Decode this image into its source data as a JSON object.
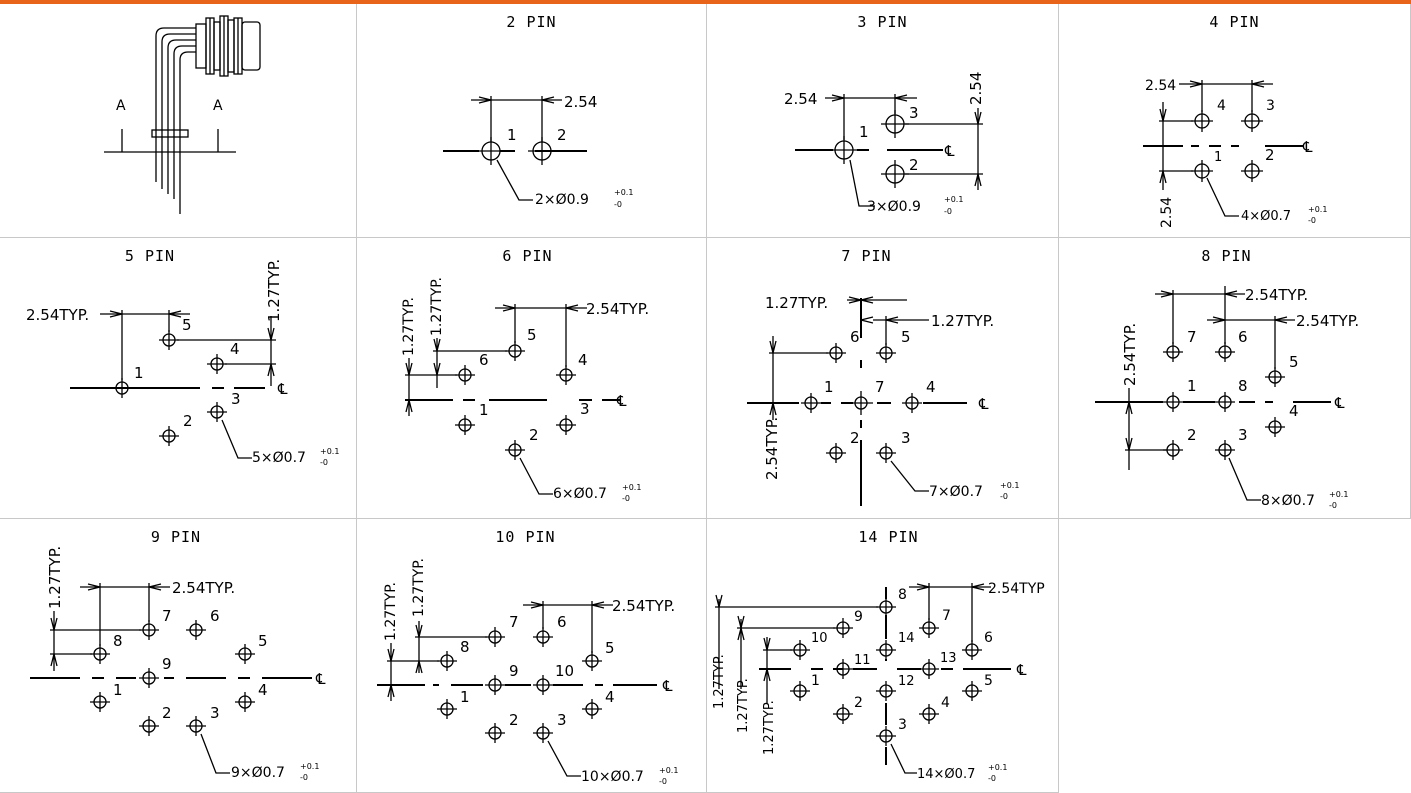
{
  "colors": {
    "accent_bar": "#e8641b",
    "grid": "#c8c8c8",
    "ink": "#000000"
  },
  "cells": {
    "photo": {
      "section_left": "A",
      "section_right": "A"
    },
    "pin2": {
      "title": "2 PIN",
      "pins": [
        "1",
        "2"
      ],
      "dim_pitch": "2.54",
      "callout_qty": "2×Ø0.9",
      "callout_tol_upper": "+0.1",
      "callout_tol_lower": "-0"
    },
    "pin3": {
      "title": "3 PIN",
      "pins": [
        "1",
        "2",
        "3"
      ],
      "dim_horizontal": "2.54",
      "dim_vertical": "2.54",
      "callout_qty": "3×Ø0.9",
      "callout_tol_upper": "+0.1",
      "callout_tol_lower": "-0"
    },
    "pin4": {
      "title": "4 PIN",
      "pins": [
        "1",
        "2",
        "3",
        "4"
      ],
      "dim_horizontal": "2.54",
      "dim_vertical": "2.54",
      "callout_qty": "4×Ø0.7",
      "callout_tol_upper": "+0.1",
      "callout_tol_lower": "-0"
    },
    "pin5": {
      "title": "5 PIN",
      "pins": [
        "1",
        "2",
        "3",
        "4",
        "5"
      ],
      "dim_horizontal": "2.54TYP.",
      "dim_vertical": "1.27TYP.",
      "callout_qty": "5×Ø0.7",
      "callout_tol_upper": "+0.1",
      "callout_tol_lower": "-0"
    },
    "pin6": {
      "title": "6 PIN",
      "pins": [
        "1",
        "2",
        "3",
        "4",
        "5",
        "6"
      ],
      "dim_horizontal": "2.54TYP.",
      "dim_vertical_1": "1.27TYP.",
      "dim_vertical_2": "1.27TYP.",
      "callout_qty": "6×Ø0.7",
      "callout_tol_upper": "+0.1",
      "callout_tol_lower": "-0"
    },
    "pin7": {
      "title": "7 PIN",
      "pins": [
        "1",
        "2",
        "3",
        "4",
        "5",
        "6",
        "7"
      ],
      "dim_horizontal_1": "1.27TYP.",
      "dim_horizontal_2": "1.27TYP.",
      "dim_vertical": "2.54TYP.",
      "callout_qty": "7×Ø0.7",
      "callout_tol_upper": "+0.1",
      "callout_tol_lower": "-0"
    },
    "pin8": {
      "title": "8 PIN",
      "pins": [
        "1",
        "2",
        "3",
        "4",
        "5",
        "6",
        "7",
        "8"
      ],
      "dim_horizontal_1": "2.54TYP.",
      "dim_horizontal_2": "2.54TYP.",
      "dim_vertical": "2.54TYP.",
      "callout_qty": "8×Ø0.7",
      "callout_tol_upper": "+0.1",
      "callout_tol_lower": "-0"
    },
    "pin9": {
      "title": "9 PIN",
      "pins": [
        "1",
        "2",
        "3",
        "4",
        "5",
        "6",
        "7",
        "8",
        "9"
      ],
      "dim_horizontal": "2.54TYP.",
      "dim_vertical": "1.27TYP.",
      "callout_qty": "9×Ø0.7",
      "callout_tol_upper": "+0.1",
      "callout_tol_lower": "-0"
    },
    "pin10": {
      "title": "10 PIN",
      "pins": [
        "1",
        "2",
        "3",
        "4",
        "5",
        "6",
        "7",
        "8",
        "9",
        "10"
      ],
      "dim_horizontal": "2.54TYP.",
      "dim_vertical_1": "1.27TYP.",
      "dim_vertical_2": "1.27TYP.",
      "callout_qty": "10×Ø0.7",
      "callout_tol_upper": "+0.1",
      "callout_tol_lower": "-0"
    },
    "pin14": {
      "title": "14 PIN",
      "pins": [
        "1",
        "2",
        "3",
        "4",
        "5",
        "6",
        "7",
        "8",
        "9",
        "10",
        "11",
        "12",
        "13",
        "14"
      ],
      "dim_horizontal": "2.54TYP",
      "dim_vertical_1": "1.27TYP.",
      "dim_vertical_2": "1.27TYP.",
      "dim_vertical_3": "1.27TYP.",
      "callout_qty": "14×Ø0.7",
      "callout_tol_upper": "+0.1",
      "callout_tol_lower": "-0"
    }
  }
}
